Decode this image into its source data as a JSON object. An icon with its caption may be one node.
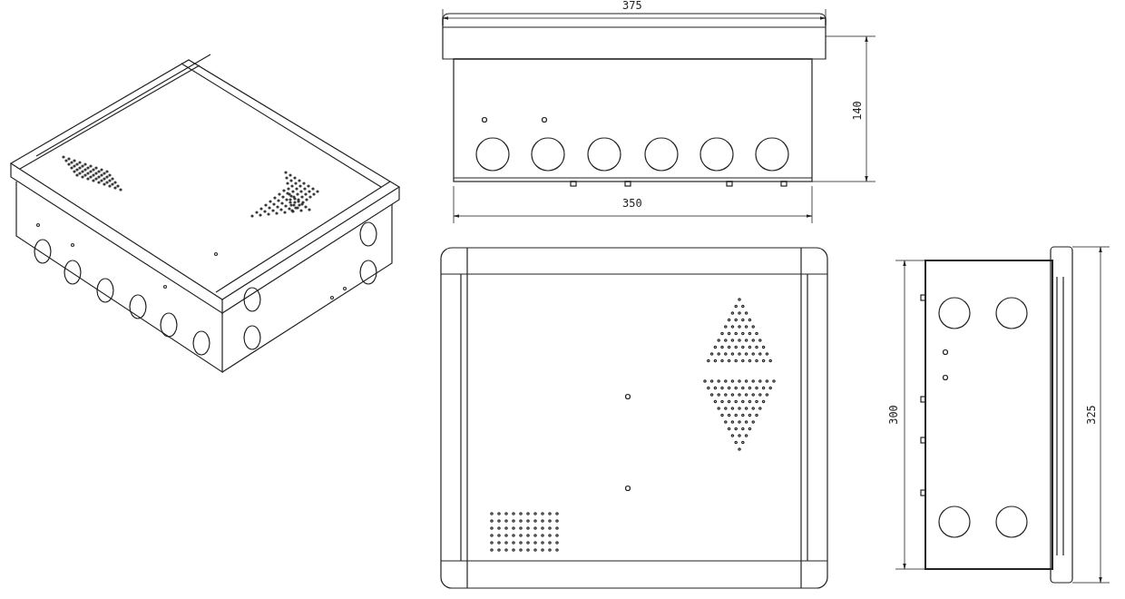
{
  "diagram": {
    "labels": [
      "375",
      "140",
      "350",
      "300",
      "325"
    ]
  }
}
